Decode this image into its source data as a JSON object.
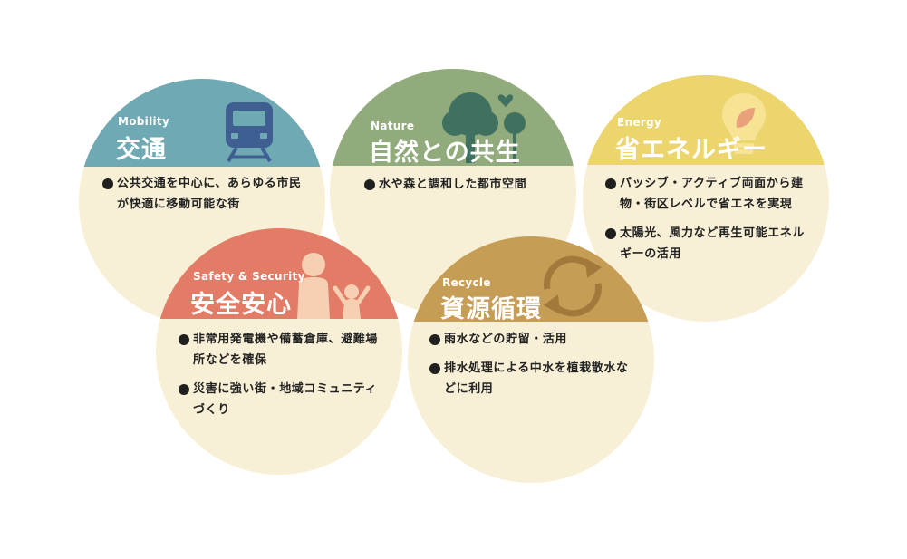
{
  "cards": [
    {
      "subtitle": "Mobility",
      "title": "交通",
      "icon": "train-icon",
      "color": "#6fa9b4",
      "items": [
        "公共交通を中心に、あらゆる市民が快適に移動可能な街"
      ]
    },
    {
      "subtitle": "Nature",
      "title": "自然との共生",
      "icon": "tree-icon",
      "color": "#91ab7c",
      "items": [
        "水や森と調和した都市空間"
      ]
    },
    {
      "subtitle": "Energy",
      "title": "省エネルギー",
      "icon": "lightbulb-leaf-icon",
      "color": "#ecd56d",
      "items": [
        "パッシブ・アクティブ両面から建物・街区レベルで省エネを実現",
        "太陽光、風力など再生可能エネルギーの活用"
      ]
    },
    {
      "subtitle": "Safety & Security",
      "title": "安全安心",
      "icon": "family-icon",
      "color": "#e27c67",
      "items": [
        "非常用発電機や備蓄倉庫、避難場所などを確保",
        "災害に強い街・地域コミュニティづくり"
      ]
    },
    {
      "subtitle": "Recycle",
      "title": "資源循環",
      "icon": "recycle-arrows-icon",
      "color": "#c69d55",
      "items": [
        "雨水などの貯留・活用",
        "排水処理による中水を植栽散水などに利用"
      ]
    }
  ]
}
